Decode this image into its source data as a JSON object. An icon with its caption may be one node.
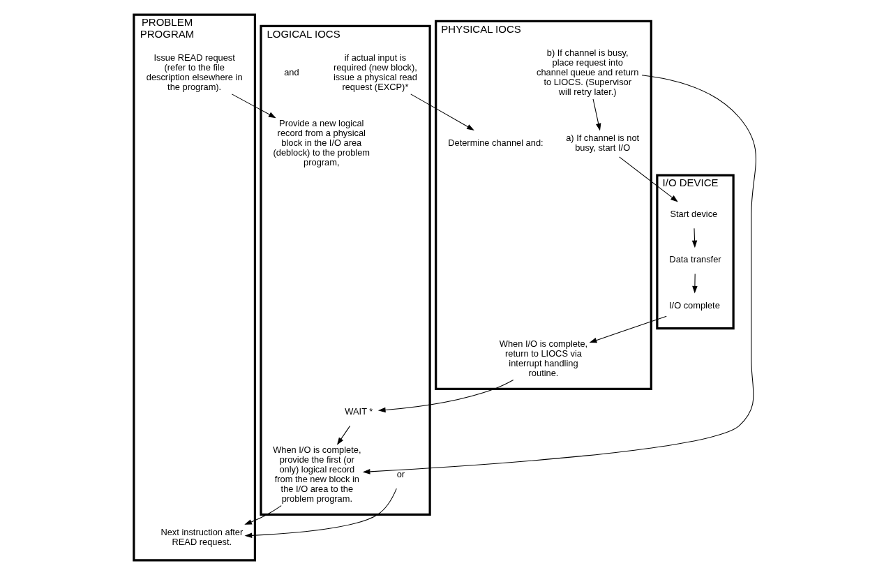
{
  "diagram": {
    "nodes": [
      {
        "text": [
          "PROBLEM PROGRAM"
        ]
      },
      {
        "text": [
          "Issue READ request (refer to the file description elsewhere in the program)."
        ],
        "in": 0
      },
      {
        "text": [
          "Next instruction after READ request."
        ],
        "in": 0
      },
      {
        "text": [
          "LOGICAL IOCS"
        ]
      },
      {
        "text": [
          "Provide a new logical record from a physical block in the I/O area (deblock) to the problem program,"
        ],
        "in": 3
      },
      {
        "text": [
          "or"
        ],
        "in": 3
      },
      {
        "text": [
          "if actual input is required (new block), issue a physical read request (EXCP)*"
        ],
        "in": 3
      },
      {
        "text": [
          "and"
        ],
        "in": 3
      },
      {
        "text": [
          "WAIT *"
        ],
        "in": 3
      },
      {
        "text": [
          "When I/O is complete, provide the first (or only) logical record from the new block in the I/O area to the problem program."
        ],
        "in": 3
      },
      {
        "text": [
          "PHYSICAL IOCS"
        ]
      },
      {
        "text": [
          "Determine channel and:"
        ],
        "in": 10
      },
      {
        "text": [
          "a) If channel is not busy, start I/O"
        ],
        "in": 10
      },
      {
        "text": [
          "b) If channel is busy, place request into channel queue and return to LIOCS. (Supervisor will retry later.)"
        ],
        "in": 10
      },
      {
        "text": [
          "When I/O is complete, return to LIOCS via interrupt handling routine."
        ],
        "in": 10
      },
      {
        "text": [
          "I/O DEVICE"
        ]
      },
      {
        "text": [
          "Start device"
        ],
        "in": 15
      },
      {
        "text": [
          "Data transfer"
        ],
        "in": 15
      },
      {
        "text": [
          "I/O complete"
        ],
        "in": 15
      }
    ],
    "edges": [
      {
        "from": 1,
        "to": 4,
        "arrow": "to"
      },
      {
        "from": 5,
        "to": 2,
        "arrow": "to"
      },
      {
        "from": 6,
        "to": 11,
        "arrow": "to"
      },
      {
        "from": 14,
        "to": 8,
        "arrow": "to"
      },
      {
        "from": 8,
        "to": 9,
        "arrow": "to"
      },
      {
        "from": 12,
        "to": 16,
        "arrow": "to"
      },
      {
        "from": 13,
        "to": 9,
        "arrow": "to"
      },
      {
        "from": 13,
        "to": 12,
        "arrow": "to"
      },
      {
        "from": 16,
        "to": 17,
        "arrow": "to"
      },
      {
        "from": 17,
        "to": 18,
        "arrow": "to"
      },
      {
        "from": 18,
        "to": 14,
        "arrow": "to"
      },
      {
        "from": 9,
        "to": 2,
        "arrow": "to"
      }
    ]
  }
}
